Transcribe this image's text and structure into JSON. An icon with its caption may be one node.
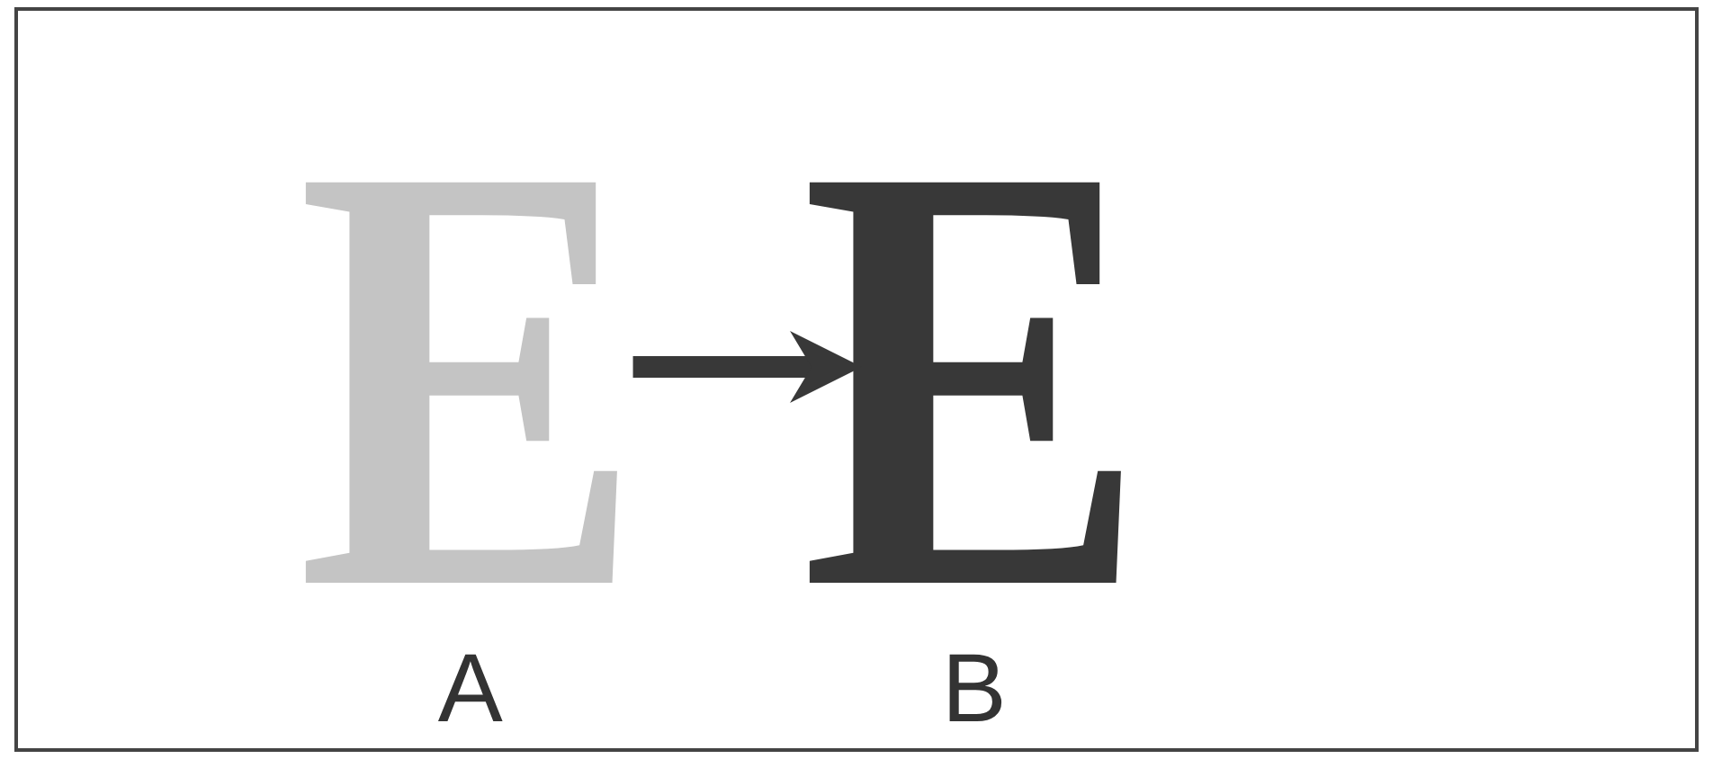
{
  "diagram": {
    "nodes": [
      {
        "text": [
          "E"
        ],
        "beside": [
          "A"
        ]
      },
      {
        "text": [
          "E"
        ],
        "beside": [
          "B"
        ]
      }
    ],
    "edges": [
      {
        "from": 0,
        "to": 1,
        "arrow": "to"
      }
    ]
  }
}
